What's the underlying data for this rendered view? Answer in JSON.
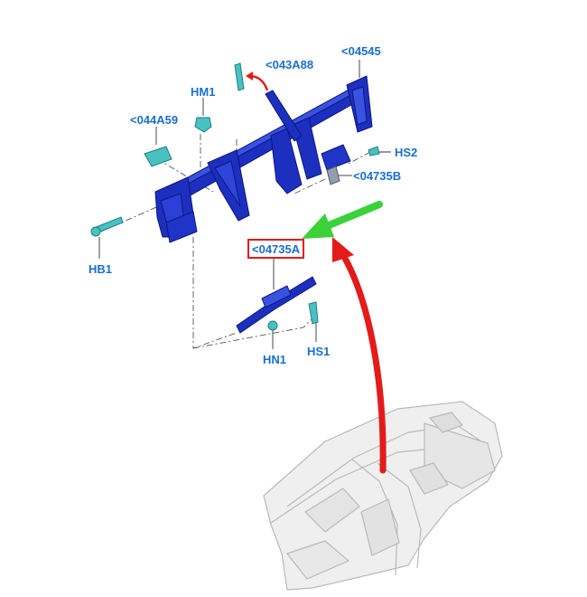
{
  "callouts": {
    "c043a88": "<043A88",
    "c04545": "<04545",
    "hm1": "HM1",
    "c044a59": "<044A59",
    "hs2": "HS2",
    "c04735b": "<04735B",
    "c04735a": "<04735A",
    "hb1": "HB1",
    "hn1": "HN1",
    "hs1": "HS1"
  },
  "highlighted_callout": "<04735A",
  "colors": {
    "callout_text": "#1a6fd1",
    "frame_blue": "#1c2fbf",
    "fastener_teal": "#49c1c1",
    "highlight_box": "#e31b1b",
    "red_arrow": "#e31b1b",
    "green_arrow": "#3ad13a",
    "dashboard_ghost": "#c9c9c9"
  }
}
